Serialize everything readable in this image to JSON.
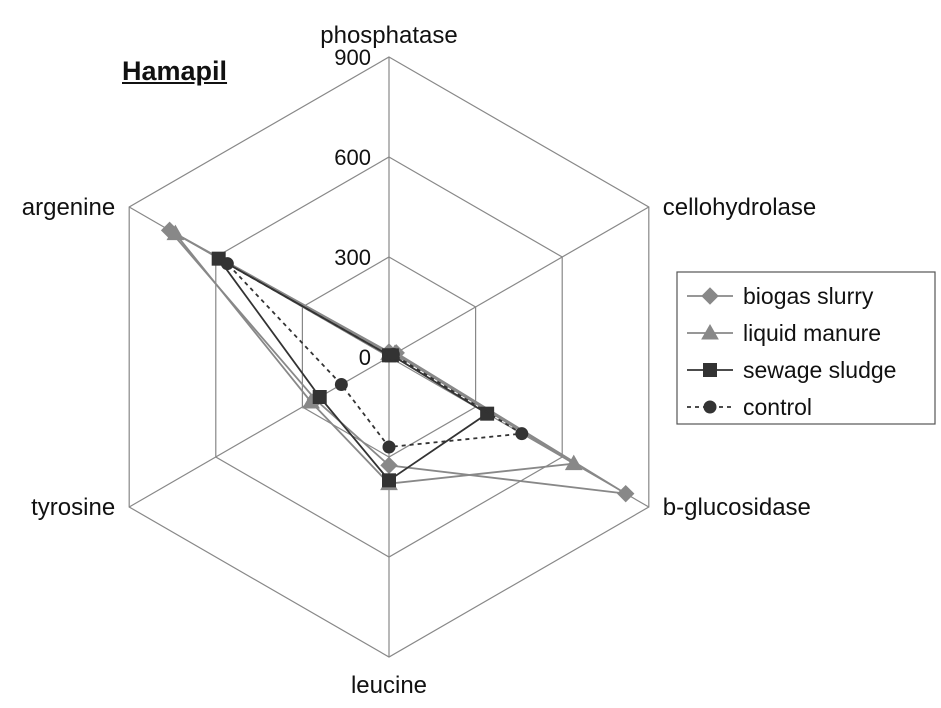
{
  "chart_data": {
    "type": "radar",
    "title": "Hamapil",
    "axes": [
      "phosphatase",
      "cellohydrolase",
      "b-glucosidase",
      "leucine",
      "tyrosine",
      "argenine"
    ],
    "rlim": [
      0,
      900
    ],
    "ticks": [
      0,
      300,
      600,
      900
    ],
    "tick_labels": [
      "0",
      "300",
      "600",
      "900"
    ],
    "grid": true,
    "legend_position": "right",
    "series": [
      {
        "name": "biogas slurry",
        "marker": "diamond",
        "color": "#888888",
        "dash": "solid",
        "values": [
          15,
          25,
          820,
          325,
          255,
          760
        ]
      },
      {
        "name": "liquid manure",
        "marker": "triangle",
        "color": "#888888",
        "dash": "solid",
        "values": [
          10,
          20,
          640,
          380,
          270,
          740
        ]
      },
      {
        "name": "sewage sludge",
        "marker": "square",
        "color": "#333333",
        "dash": "solid",
        "values": [
          5,
          10,
          340,
          370,
          240,
          590
        ]
      },
      {
        "name": "control",
        "marker": "circle",
        "color": "#333333",
        "dash": "dash",
        "values": [
          5,
          15,
          460,
          270,
          165,
          560
        ]
      }
    ]
  }
}
